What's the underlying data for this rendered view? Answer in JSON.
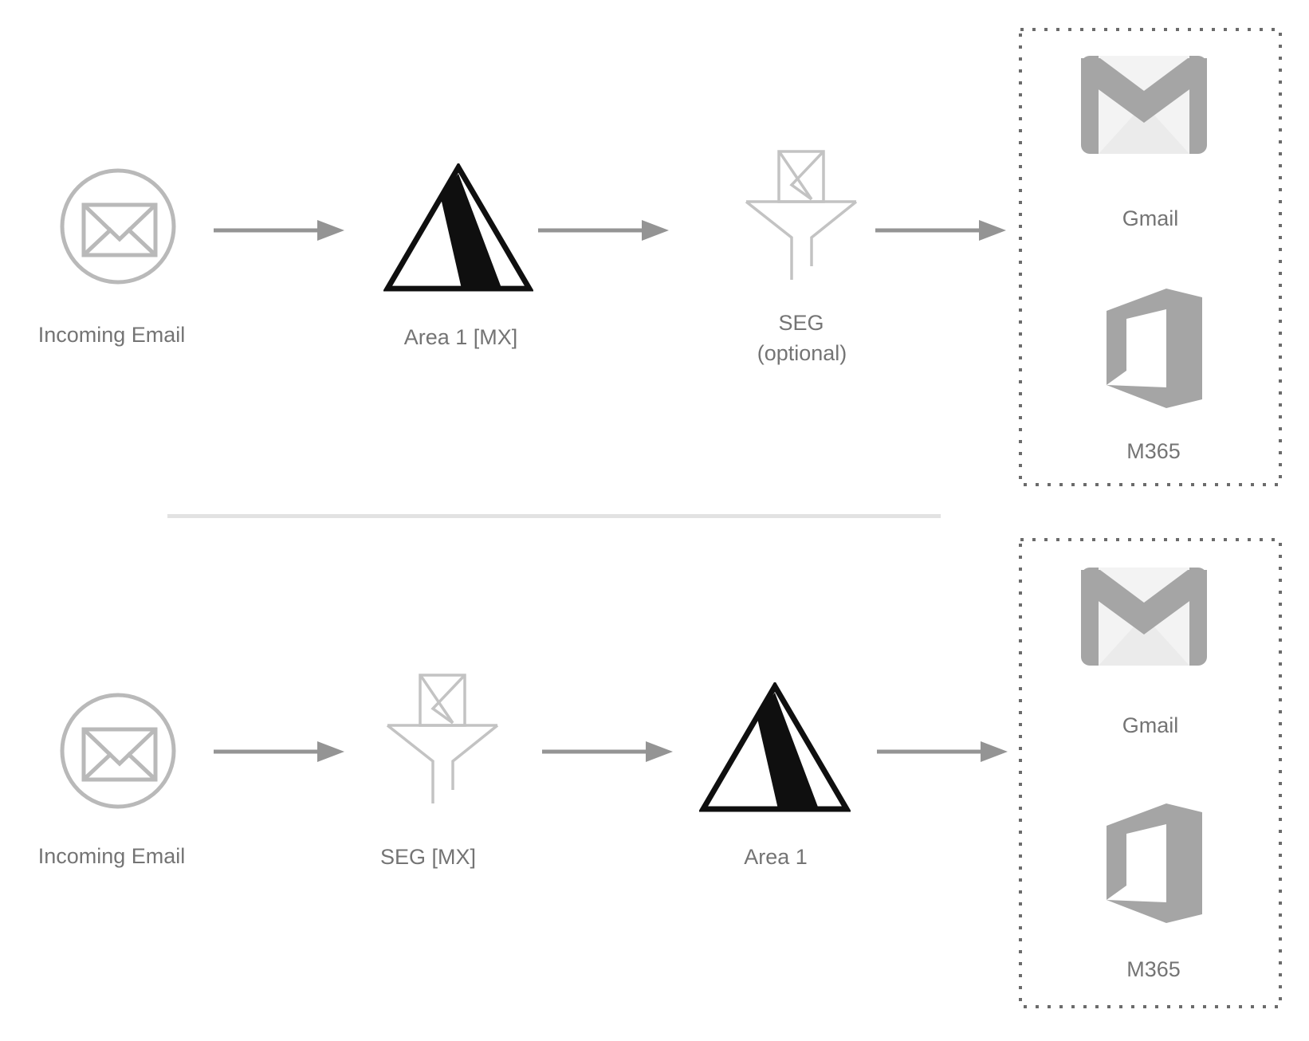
{
  "colors": {
    "label_text": "#747474",
    "arrow": "#949494",
    "outline_icon": "#b9b9b9",
    "funnel_icon": "#c3c3c3",
    "logo_black": "#0f0f0f",
    "logo_gray": "#a5a5a5",
    "gmail_body": "#f3f3f3",
    "dotted_border": "#6b6b6b",
    "divider": "#e2e2e2"
  },
  "flows": [
    {
      "id": "area1-before-seg",
      "source": {
        "label": "Incoming Email",
        "icon": "envelope-circle-icon"
      },
      "step1": {
        "label": "Area 1 [MX]",
        "icon": "area1-triangle-logo"
      },
      "step2": {
        "label": "SEG",
        "sublabel": "(optional)",
        "icon": "funnel-envelope-icon"
      },
      "destinations": [
        {
          "label": "Gmail",
          "icon": "gmail-icon"
        },
        {
          "label": "M365",
          "icon": "m365-icon"
        }
      ]
    },
    {
      "id": "seg-before-area1",
      "source": {
        "label": "Incoming Email",
        "icon": "envelope-circle-icon"
      },
      "step1": {
        "label": "SEG [MX]",
        "icon": "funnel-envelope-icon"
      },
      "step2": {
        "label": "Area 1",
        "icon": "area1-triangle-logo"
      },
      "destinations": [
        {
          "label": "Gmail",
          "icon": "gmail-icon"
        },
        {
          "label": "M365",
          "icon": "m365-icon"
        }
      ]
    }
  ]
}
